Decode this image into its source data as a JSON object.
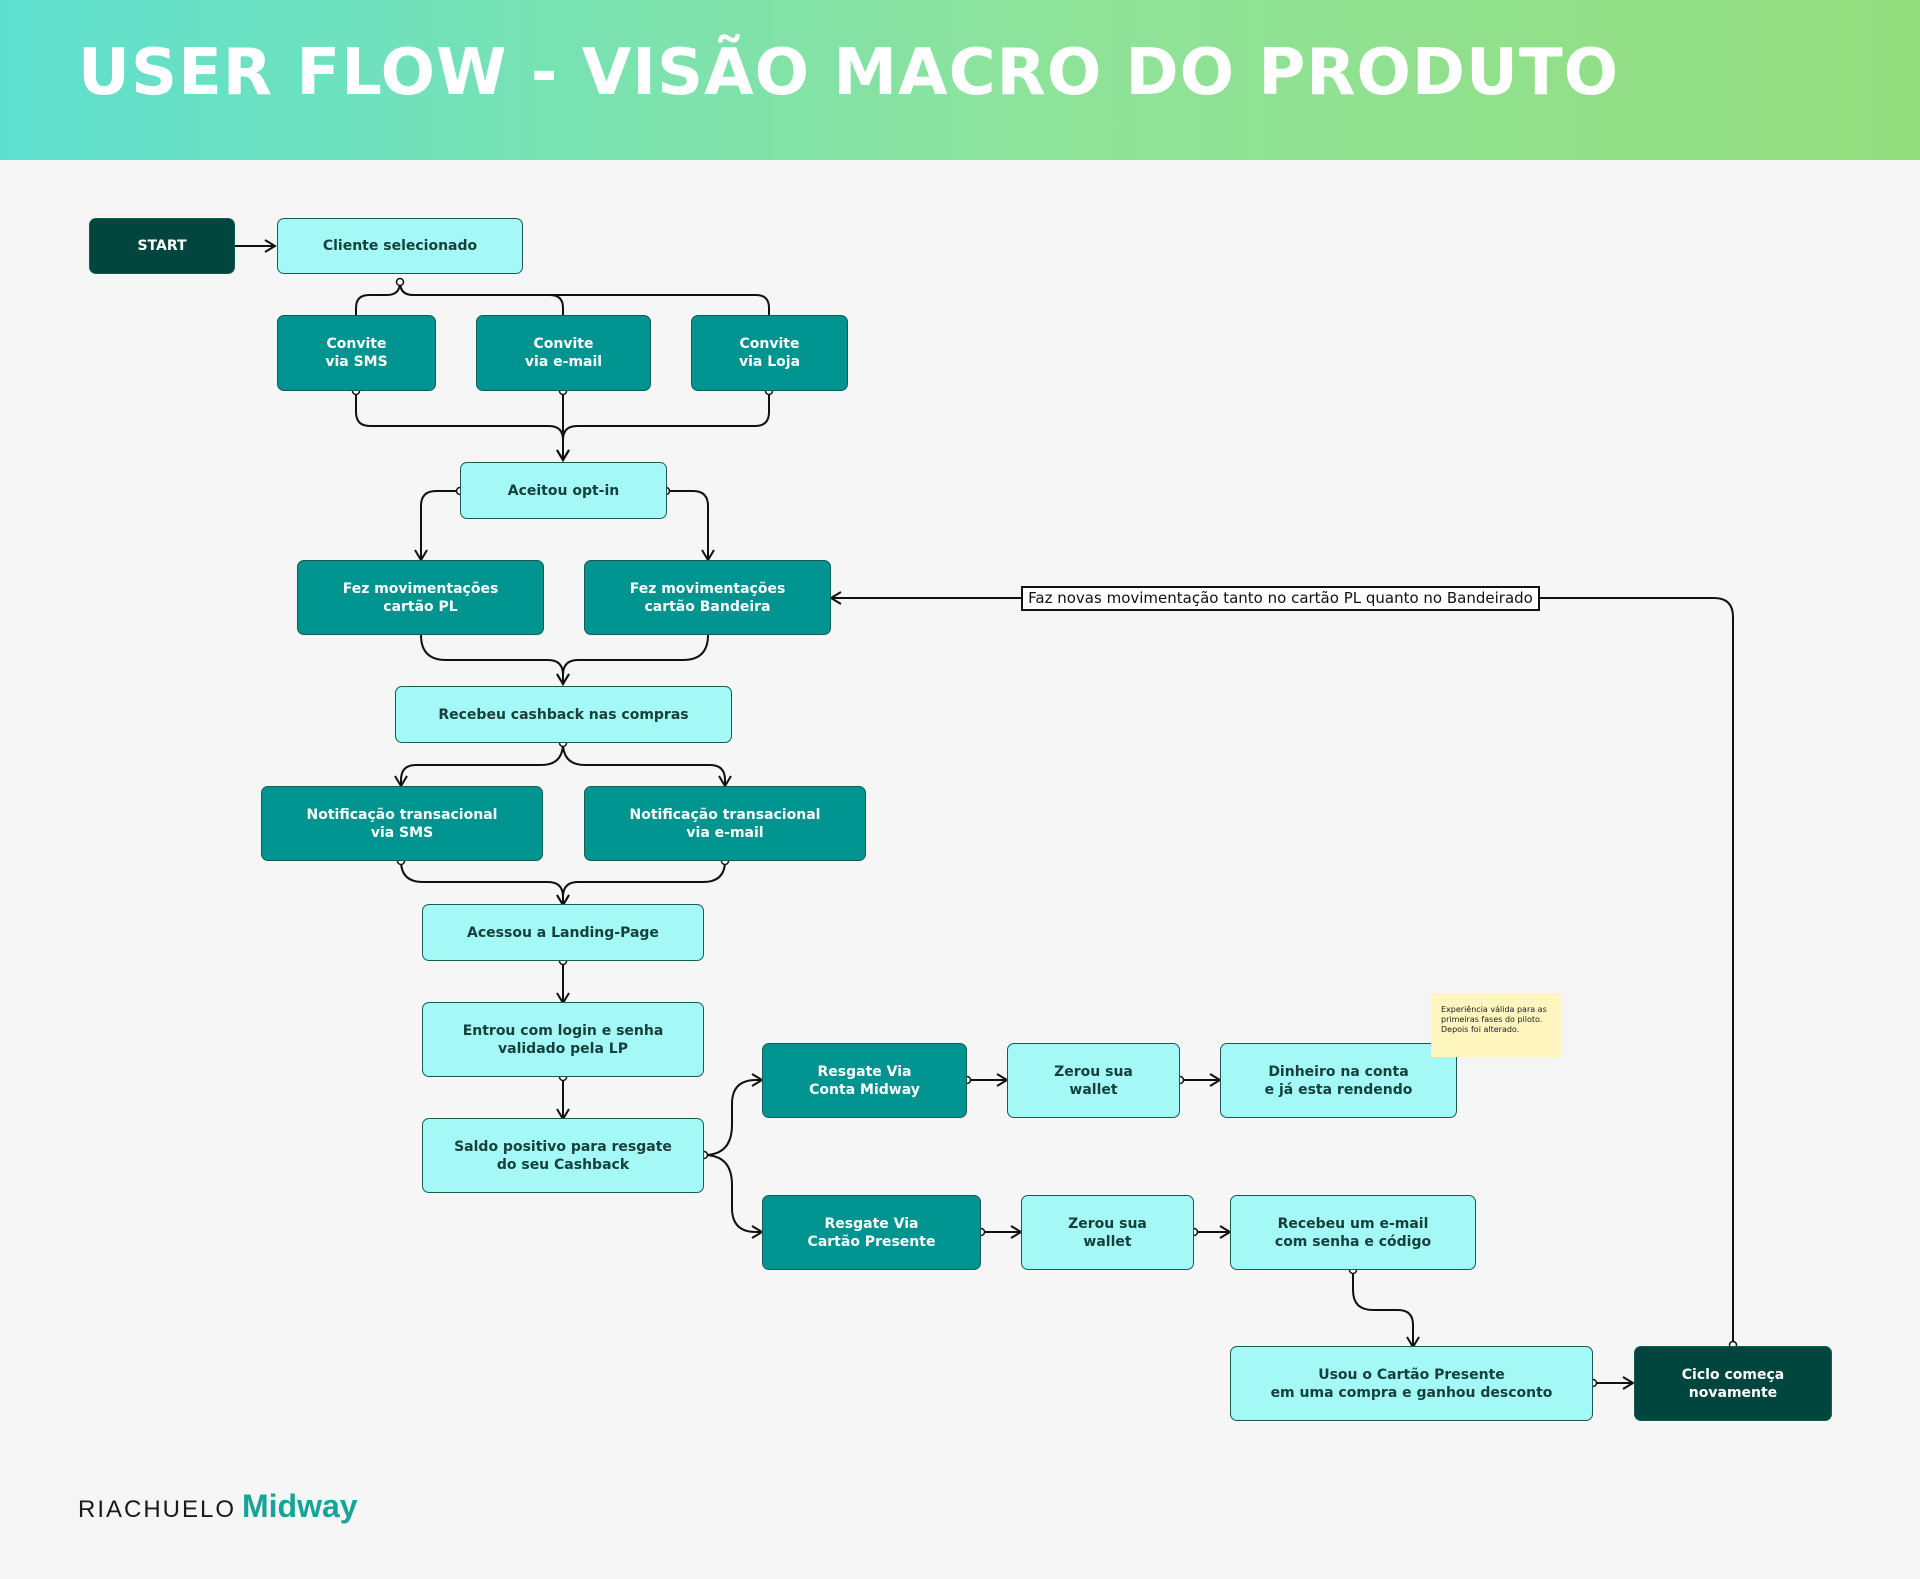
{
  "header": {
    "title": "USER FLOW - VISÃO MACRO DO PRODUTO"
  },
  "nodes": {
    "start": "START",
    "cliente_selecionado": "Cliente selecionado",
    "convite_sms": "Convite\nvia SMS",
    "convite_email": "Convite\nvia e-mail",
    "convite_loja": "Convite\nvia Loja",
    "aceitou_optin": "Aceitou opt-in",
    "mov_pl": "Fez movimentações\ncartão PL",
    "mov_bandeira": "Fez movimentações\ncartão Bandeira",
    "recebeu_cashback": "Recebeu cashback nas compras",
    "notif_sms": "Notificação transacional\nvia SMS",
    "notif_email": "Notificação transacional\nvia e-mail",
    "acessou_lp": "Acessou a Landing-Page",
    "login_lp": "Entrou com login e senha\nvalidado pela LP",
    "saldo_positivo": "Saldo positivo para resgate\ndo seu Cashback",
    "resgate_midway": "Resgate Via\nConta Midway",
    "zerou_wallet_1": "Zerou sua\nwallet",
    "dinheiro_conta": "Dinheiro na conta\ne já esta rendendo",
    "resgate_presente": "Resgate Via\nCartão Presente",
    "zerou_wallet_2": "Zerou sua\nwallet",
    "recebeu_email": "Recebeu um e-mail\ncom senha e código",
    "usou_cartao": "Usou o Cartão Presente\nem uma compra e ganhou desconto",
    "ciclo": "Ciclo começa\nnovamente"
  },
  "loop_label": "Faz novas movimentação tanto no cartão PL quanto no Bandeirado",
  "sticky_note": "Experiência válida para as primeiras fases do piloto. Depois foi alterado.",
  "footer": {
    "brand_1": "RIACHUELO",
    "brand_2": "Midway"
  },
  "colors": {
    "light_node": "#a4f8f6",
    "teal_node": "#009490",
    "dark_node": "#00463f",
    "header_gradient_start": "#5fe0cf",
    "header_gradient_end": "#94dd7e",
    "brand_midway": "#15a497"
  }
}
